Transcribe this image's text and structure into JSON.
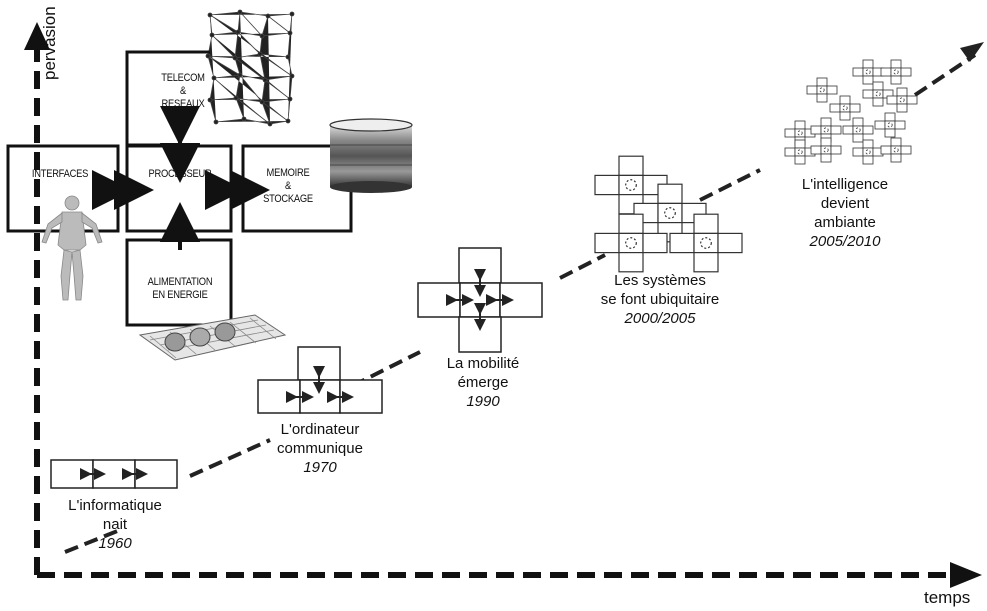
{
  "axes": {
    "y_label": "pervasion",
    "x_label": "temps"
  },
  "architecture": {
    "telecom": [
      "TELECOM",
      "&",
      "RESEAUX"
    ],
    "interfaces": "INTERFACES",
    "processeur": "PROCESSEUR",
    "memoire": [
      "MEMOIRE",
      "&",
      "STOCKAGE"
    ],
    "alimentation": [
      "ALIMENTATION",
      "EN ENERGIE"
    ]
  },
  "stages": [
    {
      "line1": "L'informatique",
      "line2": "nait",
      "year": "1960"
    },
    {
      "line1": "L'ordinateur",
      "line2": "communique",
      "year": "1970"
    },
    {
      "line1": "La mobilité",
      "line2": "émerge",
      "year": "1990"
    },
    {
      "line1": "Les systèmes",
      "line2": "se font ubiquitaire",
      "year": "2000/2005"
    },
    {
      "line1": "L'intelligence",
      "line2": "devient",
      "line3": "ambiante",
      "year": "2005/2010"
    }
  ]
}
